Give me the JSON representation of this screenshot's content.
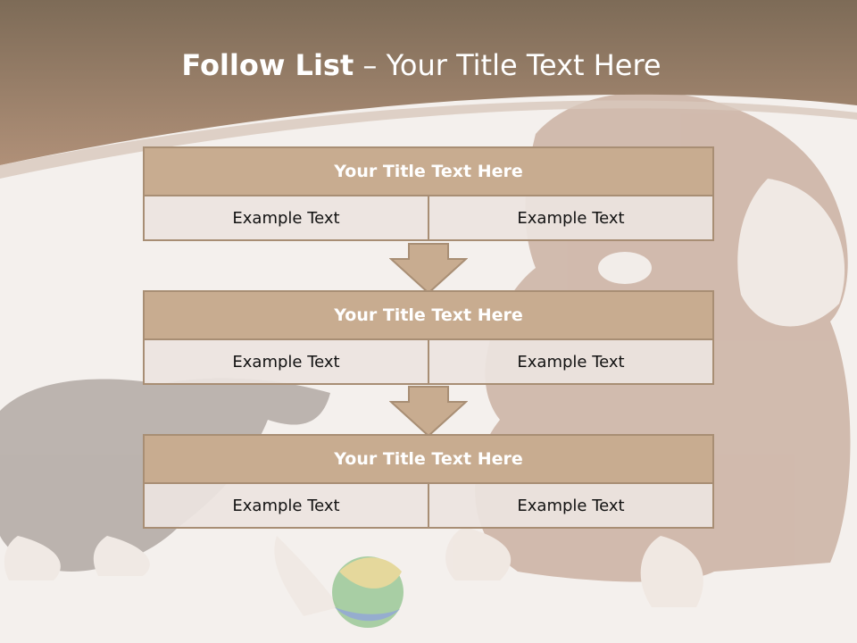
{
  "slide": {
    "title_bold": "Follow List",
    "title_rest": " – Your Title Text Here"
  },
  "blocks": [
    {
      "title": "Your Title Text Here",
      "left": "Example Text",
      "right": "Example Text"
    },
    {
      "title": "Your Title Text Here",
      "left": "Example Text",
      "right": "Example Text"
    },
    {
      "title": "Your Title Text Here",
      "left": "Example Text",
      "right": "Example Text"
    }
  ],
  "colors": {
    "header_brown": "#8f7a64",
    "block_header": "#c8ac90",
    "border": "#a88e74",
    "cell_background": "#ece4e0"
  }
}
